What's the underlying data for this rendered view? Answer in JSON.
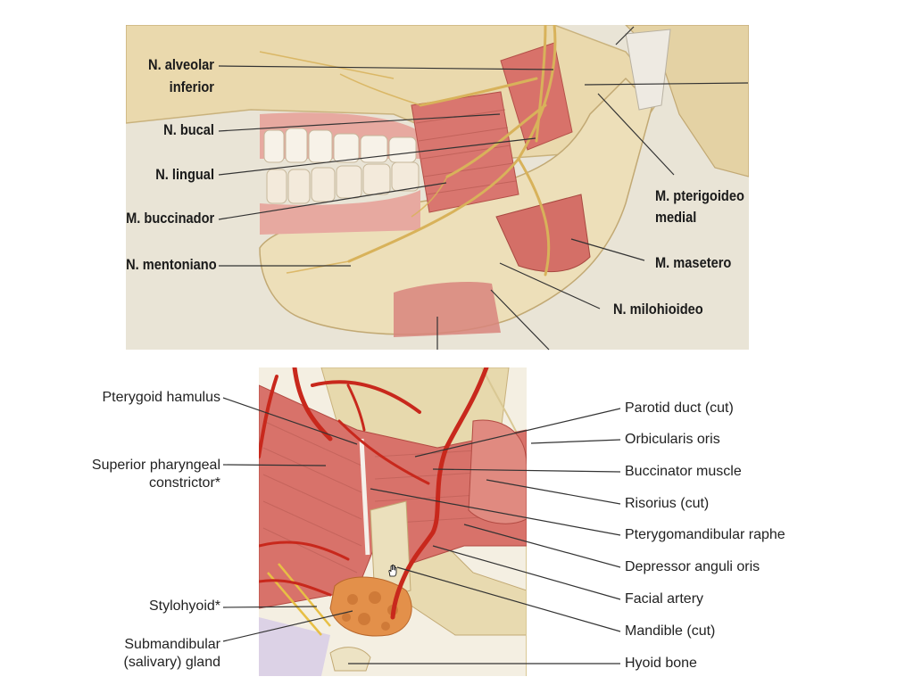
{
  "top_labels": {
    "alveolar_line1": "N. alveolar",
    "alveolar_line2": "inferior",
    "bucal": "N. bucal",
    "lingual": "N. lingual",
    "buccinador": "M. buccinador",
    "mentoniano": "N. mentoniano",
    "pterigoideo_line1": "M. pterigoideo",
    "pterigoideo_line2": "medial",
    "masetero": "M. masetero",
    "milohioideo": "N. milohioideo"
  },
  "bottom_labels": {
    "pterygoid_hamulus": "Pterygoid hamulus",
    "superior_line1": "Superior pharyngeal",
    "superior_line2": "constrictor*",
    "stylohyoid": "Stylohyoid*",
    "submandibular_line1": "Submandibular",
    "submandibular_line2": "(salivary) gland",
    "parotid_duct": "Parotid duct (cut)",
    "orbicularis_oris": "Orbicularis oris",
    "buccinator_muscle": "Buccinator muscle",
    "risorius": "Risorius (cut)",
    "pterygomandibular_raphe": "Pterygomandibular raphe",
    "depressor_anguli_oris": "Depressor anguli oris",
    "facial_artery": "Facial artery",
    "mandible": "Mandible (cut)",
    "hyoid_bone": "Hyoid bone"
  },
  "colors": {
    "bone": "#ecdcb4",
    "muscle": "#d9766f",
    "nerve": "#d8b25a",
    "artery": "#c8281c",
    "gland": "#e3904a"
  }
}
